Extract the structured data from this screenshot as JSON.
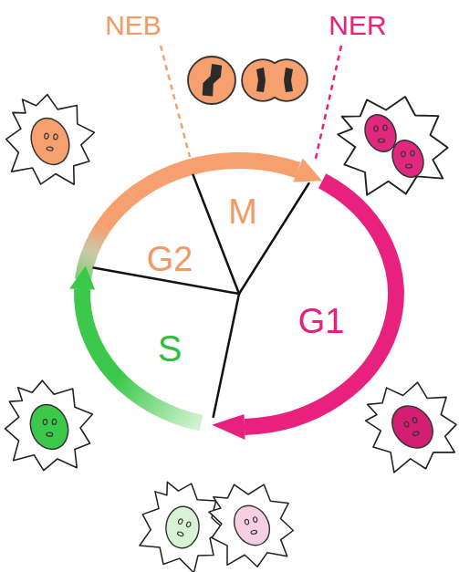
{
  "diagram": {
    "labels": [
      "NEB",
      "NER",
      "M",
      "G2",
      "G1",
      "S"
    ]
  }
}
